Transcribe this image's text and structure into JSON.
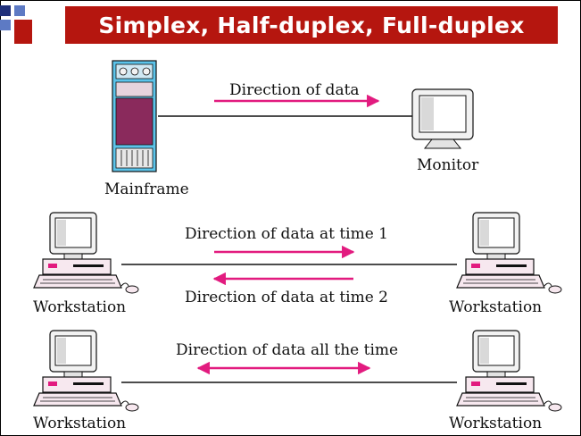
{
  "slide": {
    "title": "Simplex, Half-duplex, Full-duplex",
    "title_bg": "#b5160f",
    "accent_arrow": "#e21b7f"
  },
  "simplex": {
    "sender_label": "Mainframe",
    "receiver_label": "Monitor",
    "direction_label": "Direction of data"
  },
  "half_duplex": {
    "left_label": "Workstation",
    "right_label": "Workstation",
    "direction_label_1": "Direction of data at time 1",
    "direction_label_2": "Direction of data at time 2"
  },
  "full_duplex": {
    "left_label": "Workstation",
    "right_label": "Workstation",
    "direction_label": "Direction of data all the time"
  },
  "icons": [
    "mainframe-icon",
    "monitor-icon",
    "workstation-icon"
  ]
}
